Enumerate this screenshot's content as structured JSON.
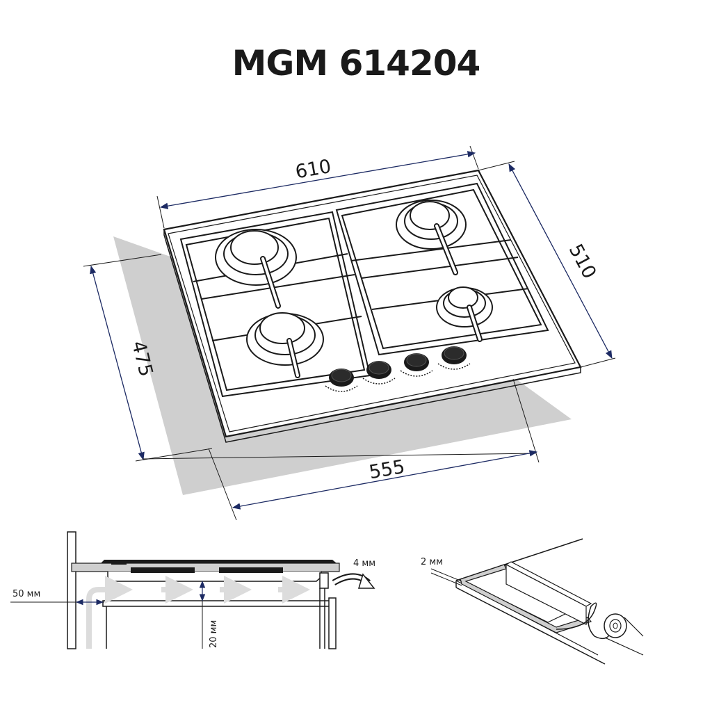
{
  "title": "MGM 614204",
  "top_view": {
    "dimensions": {
      "width_overall": "610",
      "depth_overall": "510",
      "cutout_depth": "475",
      "cutout_width": "555"
    }
  },
  "side_section": {
    "labels": {
      "gap_top": "4 мм",
      "wall_offset": "50 мм",
      "vertical_gap": "20 мм"
    }
  },
  "seal_detail": {
    "labels": {
      "seal_thickness": "2 мм"
    }
  },
  "colors": {
    "ink": "#1a1a1a",
    "dimension_line": "#1c2a63",
    "cutout_fill": "#cfcfcf",
    "airflow_arrow": "#dcdcdc"
  }
}
